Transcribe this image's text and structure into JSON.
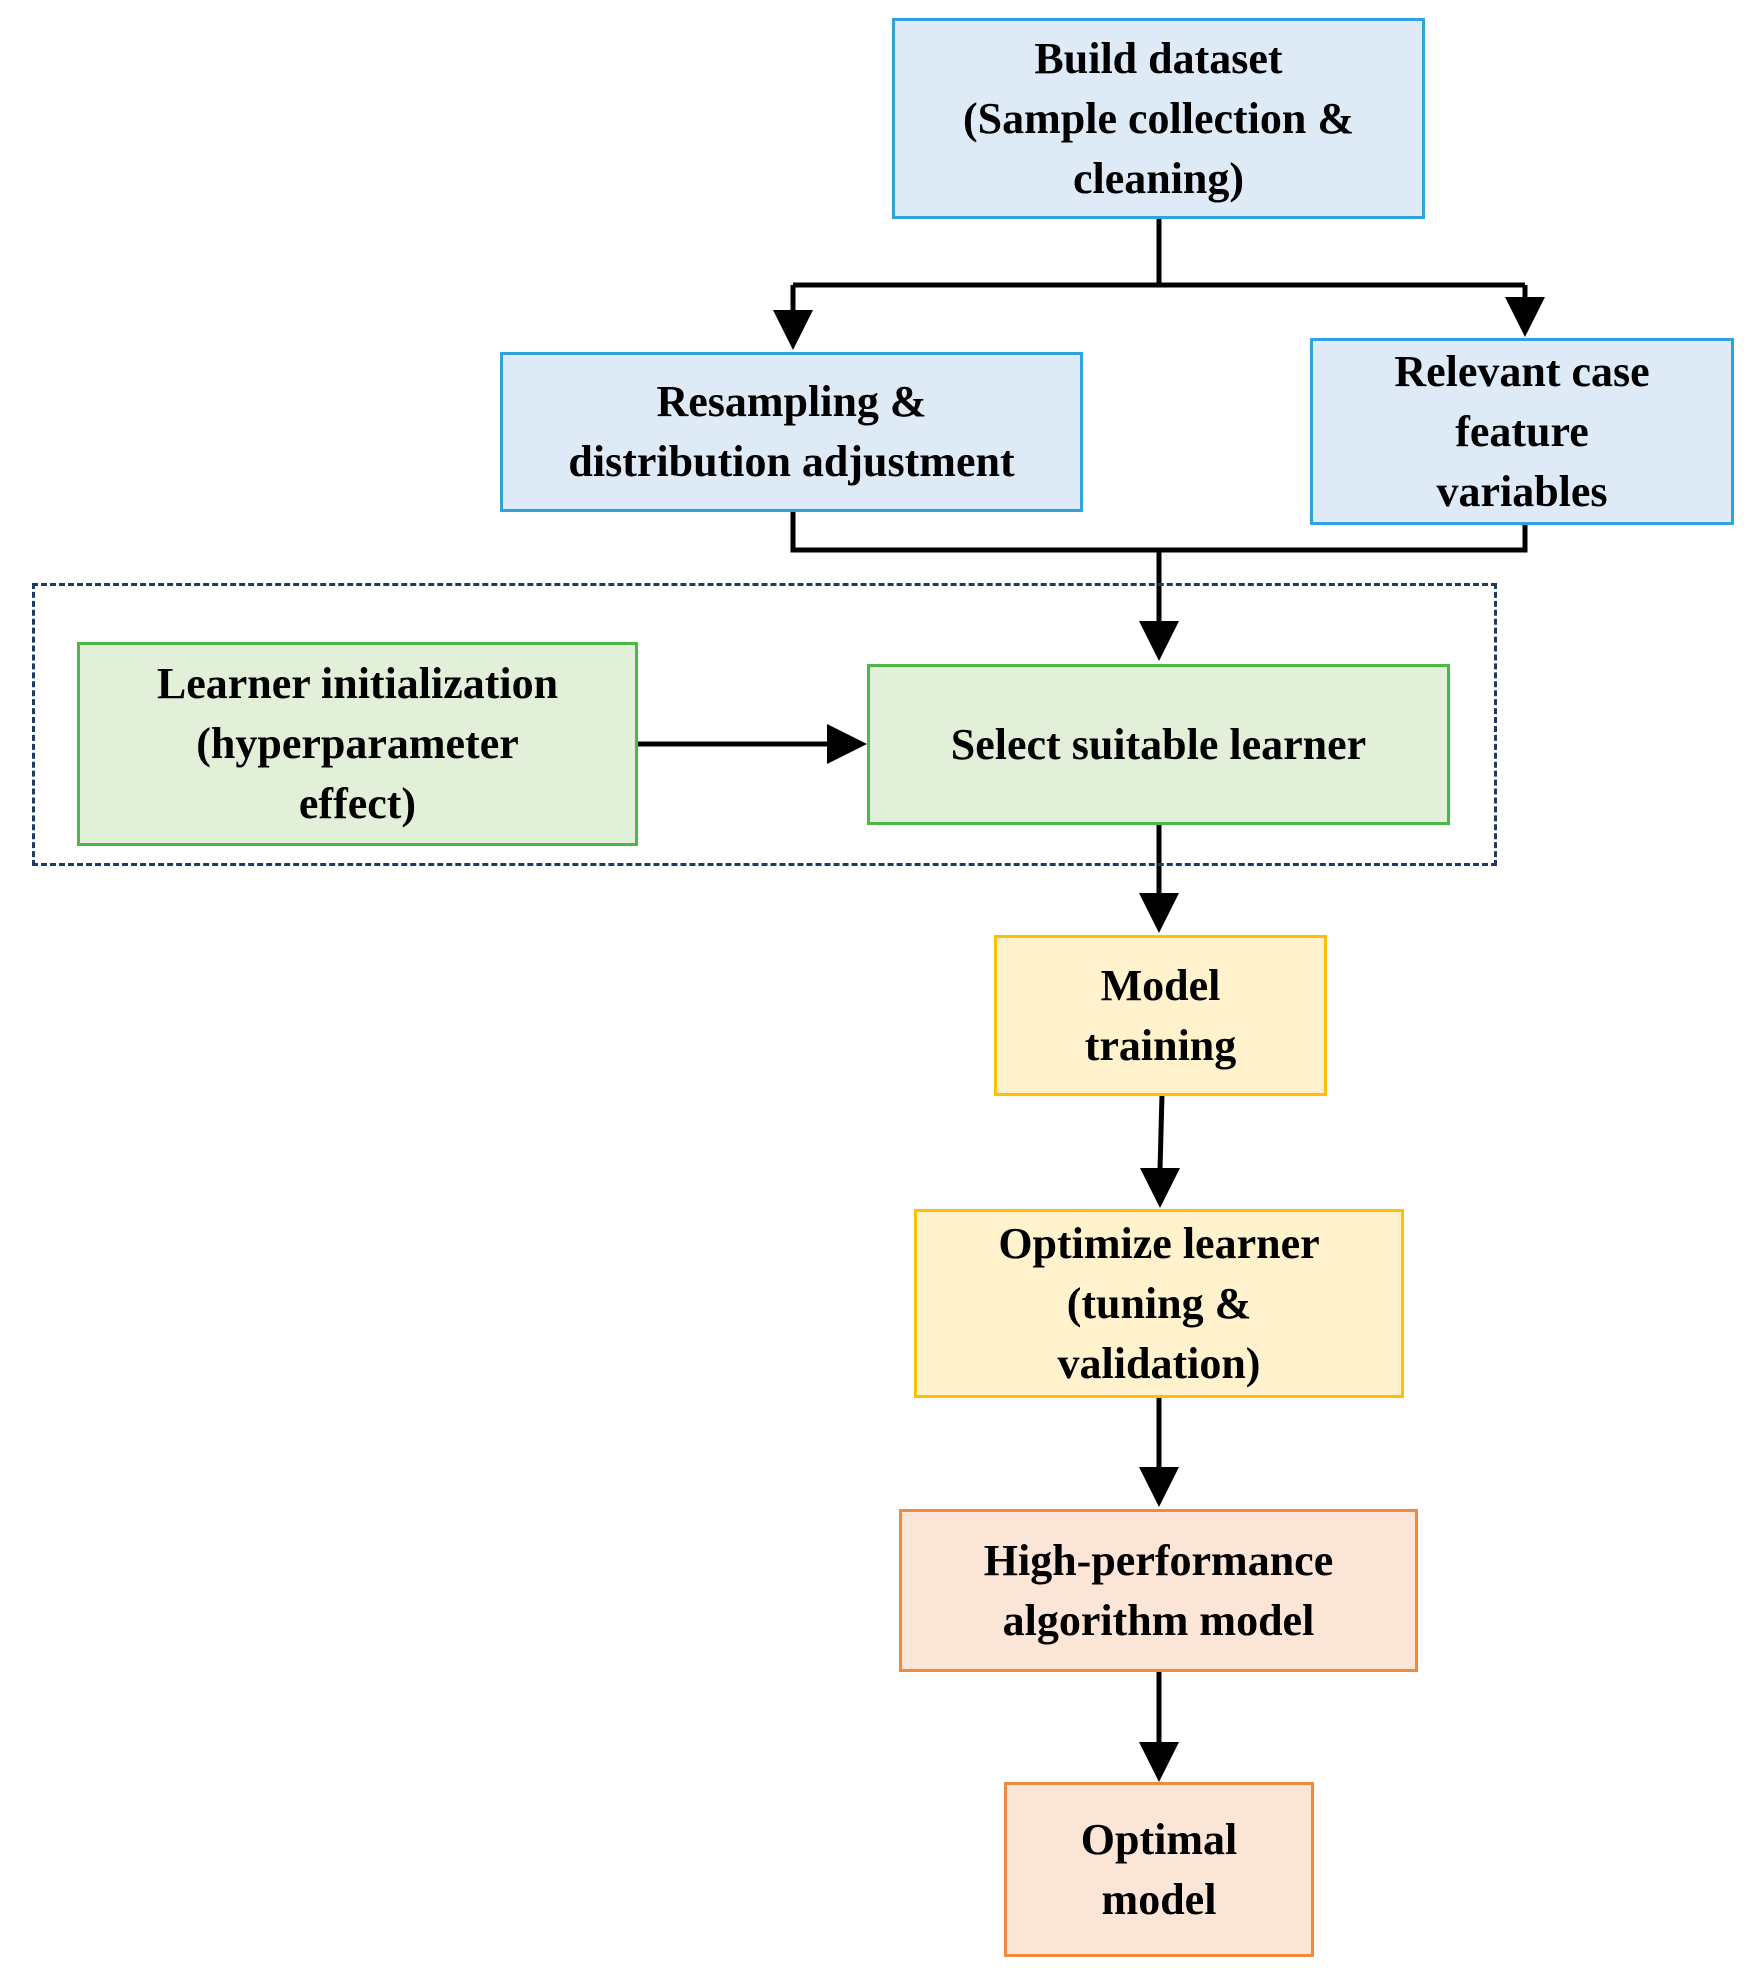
{
  "nodes": {
    "build_dataset": {
      "label": "Build dataset\n(Sample collection &\ncleaning)",
      "color": "blue"
    },
    "resampling": {
      "label": "Resampling &\ndistribution adjustment",
      "color": "blue"
    },
    "relevant_features": {
      "label": "Relevant case\nfeature\nvariables",
      "color": "blue"
    },
    "learner_init": {
      "label": "Learner initialization\n(hyperparameter\neffect)",
      "color": "green"
    },
    "select_learner": {
      "label": "Select suitable learner",
      "color": "green"
    },
    "model_training": {
      "label": "Model\ntraining",
      "color": "yellow"
    },
    "optimize_learner": {
      "label": "Optimize learner\n(tuning &\nvalidation)",
      "color": "yellow"
    },
    "high_perf_model": {
      "label": "High-performance\nalgorithm model",
      "color": "orange"
    },
    "optimal_model": {
      "label": "Optimal\nmodel",
      "color": "orange"
    }
  },
  "edges": [
    {
      "from": "build_dataset",
      "to": "resampling"
    },
    {
      "from": "build_dataset",
      "to": "relevant_features"
    },
    {
      "from": "resampling",
      "to": "select_learner"
    },
    {
      "from": "relevant_features",
      "to": "select_learner"
    },
    {
      "from": "learner_init",
      "to": "select_learner"
    },
    {
      "from": "select_learner",
      "to": "model_training"
    },
    {
      "from": "model_training",
      "to": "optimize_learner"
    },
    {
      "from": "optimize_learner",
      "to": "high_perf_model"
    },
    {
      "from": "high_perf_model",
      "to": "optimal_model"
    }
  ],
  "colors": {
    "blue_fill": "#deebf7",
    "blue_border": "#2ea3dc",
    "green_fill": "#e2f0d9",
    "green_border": "#4cb848",
    "yellow_fill": "#fff2cc",
    "yellow_border": "#ffc000",
    "orange_fill": "#fbe5d6",
    "orange_border": "#f08a3c",
    "group_border": "#1f3864",
    "arrow": "#000000"
  }
}
